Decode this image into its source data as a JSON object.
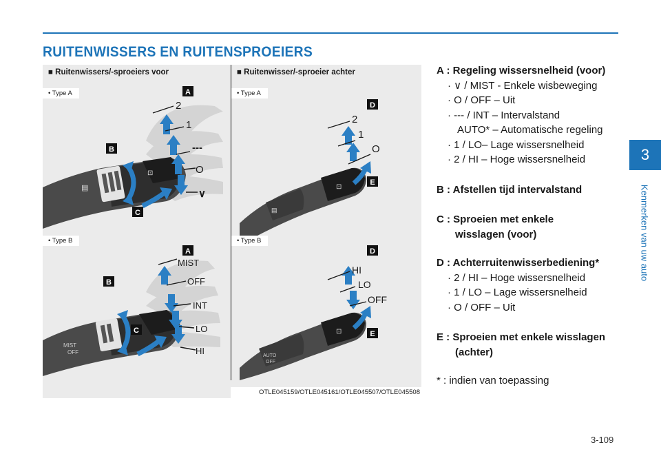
{
  "page": {
    "title": "RUITENWISSERS EN RUITENSPROEIERS",
    "chapter_number": "3",
    "chapter_title": "Kenmerken van uw auto",
    "page_number": "3-109",
    "figure_code": "OTLE045159/OTLE045161/OTLE045507/OTLE045508",
    "colors": {
      "accent": "#1d74b8",
      "arrow": "#2b7fc4",
      "badge": "#111111"
    }
  },
  "figure": {
    "front": {
      "heading": "■ Ruitenwissers/-sproeiers voor",
      "type_a": {
        "label": "• Type A",
        "badges": {
          "a": "A",
          "b": "B",
          "c": "C"
        },
        "positions": {
          "p2": "2",
          "p1": "1",
          "pint": "---",
          "poff": "O",
          "pmist": "∨"
        }
      },
      "type_b": {
        "label": "• Type B",
        "badges": {
          "a": "A",
          "b": "B",
          "c": "C"
        },
        "positions": {
          "mist": "MIST",
          "off": "OFF",
          "int": "INT",
          "lo": "LO",
          "hi": "HI"
        }
      }
    },
    "rear": {
      "heading": "■ Ruitenwisser/-sproeier achter",
      "type_a": {
        "label": "• Type A",
        "badges": {
          "d": "D",
          "e": "E"
        },
        "positions": {
          "p2": "2",
          "p1": "1",
          "poff": "O"
        }
      },
      "type_b": {
        "label": "• Type B",
        "badges": {
          "d": "D",
          "e": "E"
        },
        "positions": {
          "hi": "HI",
          "lo": "LO",
          "off": "OFF"
        }
      }
    }
  },
  "legend": {
    "a": {
      "title": "A : Regeling wissersnelheid (voor)",
      "items": [
        "· ∨ / MIST - Enkele wisbeweging",
        "· O / OFF – Uit",
        "· --- / INT – Intervalstand",
        "AUTO* – Automatische regeling",
        "· 1 / LO– Lage wissersnelheid",
        "· 2 / HI – Hoge wissersnelheid"
      ]
    },
    "b": {
      "title": "B : Afstellen tijd intervalstand"
    },
    "c": {
      "title": "C : Sproeien met enkele",
      "title2": "wisslagen (voor)"
    },
    "d": {
      "title": "D : Achterruitenwisserbediening*",
      "items": [
        "· 2 / HI – Hoge wissersnelheid",
        "· 1 / LO – Lage wissersnelheid",
        "· O / OFF – Uit"
      ]
    },
    "e": {
      "title": "E : Sproeien met enkele wisslagen",
      "title2": "(achter)"
    },
    "footnote": "* : indien van toepassing"
  }
}
